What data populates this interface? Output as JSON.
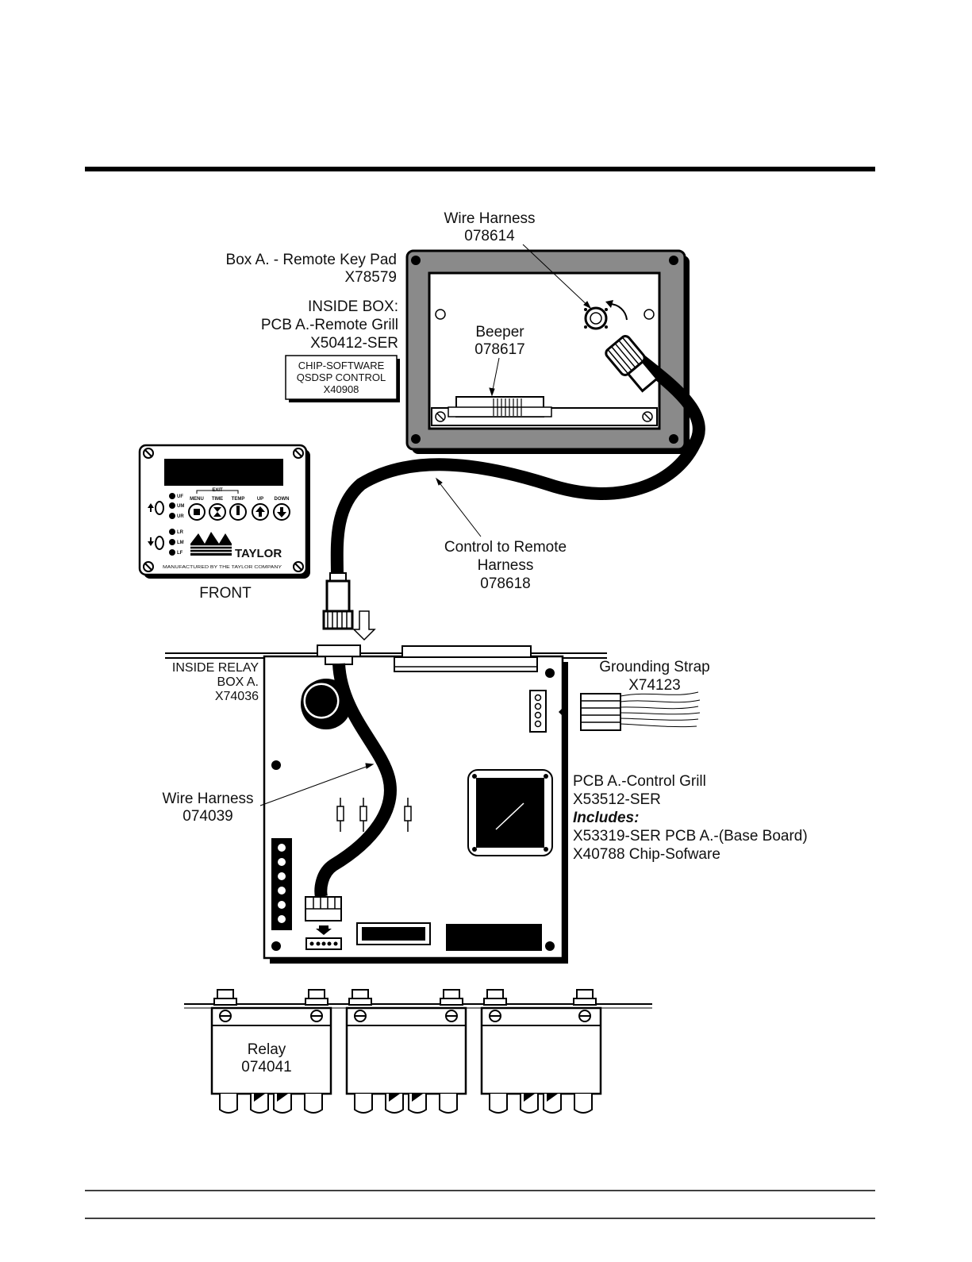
{
  "remote_box": {
    "name": "Box A. - Remote Key Pad",
    "part": "X78579",
    "inside_title": "INSIDE BOX:",
    "pcb_name": "PCB A.-Remote Grill",
    "pcb_part": "X50412-SER"
  },
  "chip_box": {
    "line1": "CHIP-SOFTWARE",
    "line2": "QSDSP  CONTROL",
    "line3": "X40908"
  },
  "wire_harness_top": {
    "name": "Wire Harness",
    "part": "078614"
  },
  "beeper": {
    "name": "Beeper",
    "part": "078617"
  },
  "control_harness": {
    "line1": "Control to Remote",
    "line2": "Harness",
    "part": "078618"
  },
  "front_panel": {
    "caption": "FRONT",
    "exit_label": "EXIT",
    "buttons": [
      "MENU",
      "TIME",
      "TEMP",
      "UP",
      "DOWN"
    ],
    "upper_leds": [
      "UF",
      "UM",
      "UR"
    ],
    "lower_leds": [
      "LR",
      "LM",
      "LF"
    ],
    "brand": "TAYLOR",
    "footer_line": "MANUFACTURED BY THE TAYLOR COMPANY"
  },
  "relay_box": {
    "line1": "INSIDE RELAY",
    "line2": "BOX A.",
    "part": "X74036"
  },
  "grounding_strap": {
    "name": "Grounding Strap",
    "part": "X74123"
  },
  "wire_harness_bottom": {
    "name": "Wire Harness",
    "part": "074039"
  },
  "control_pcb": {
    "name": "PCB A.-Control Grill",
    "part": "X53512-SER",
    "includes_label": "Includes:",
    "include_1": "X53319-SER PCB A.-(Base Board)",
    "include_2": "X40788 Chip-Sofware"
  },
  "relay": {
    "name": "Relay",
    "part": "074041"
  }
}
